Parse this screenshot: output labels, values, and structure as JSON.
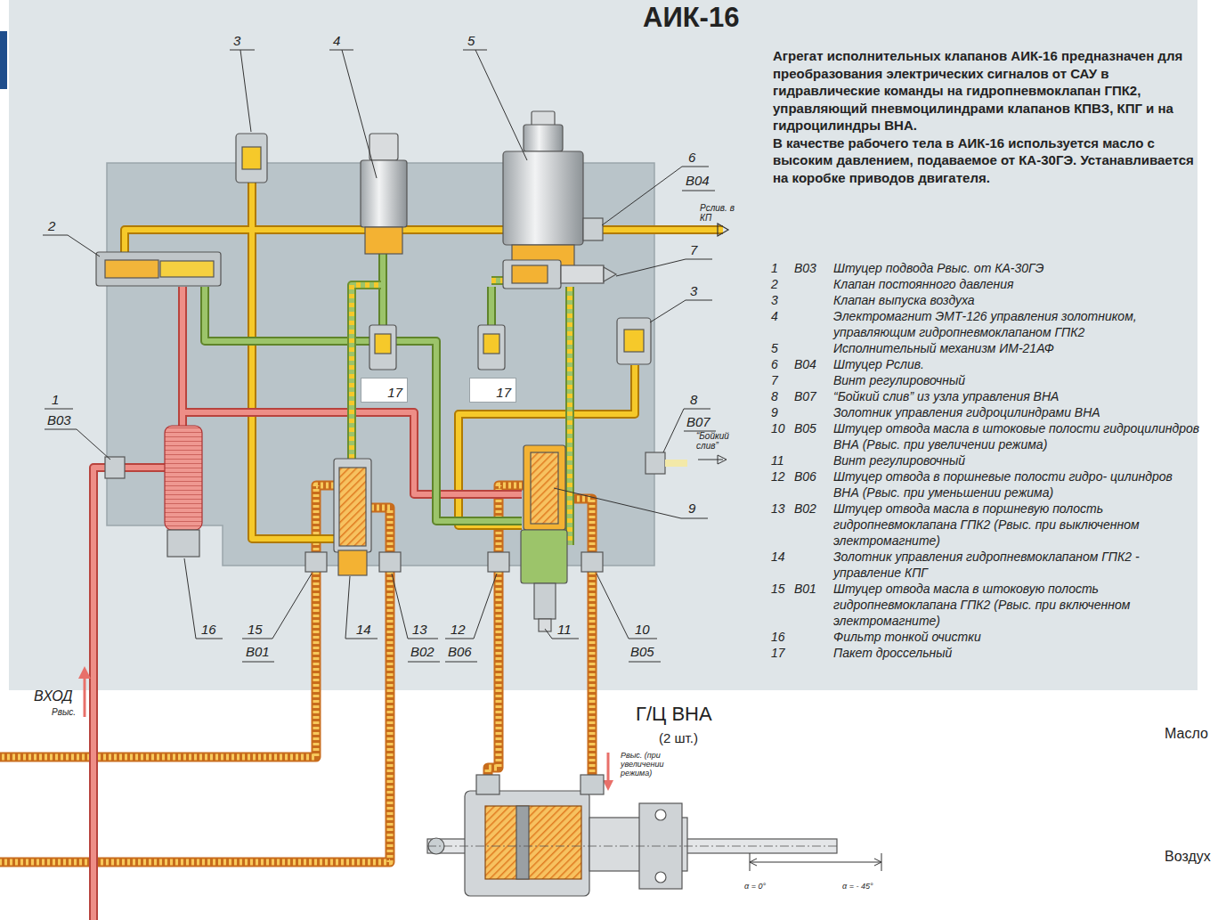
{
  "diagram": {
    "title": "АИК-16",
    "nodes": [
      {
        "text": [
          "17"
        ]
      },
      {
        "text": [
          "17"
        ]
      }
    ],
    "labels": [
      "Агрегат исполнительных клапанов АИК-16 предназначен для преобразования электрических сигналов от САУ в гидравлические команды на гидропневмоклапан ГПК2, управляющий пневмоцилиндрами клапанов КПВЗ, КПГ и на гидроцилиндры ВНА.",
      "В качестве рабочего тела в АИК-16 используется масло с высоким давлением, подаваемое от КА-30ГЭ. Устанавливается на коробке приводов двигателя.",
      "3",
      "4",
      "5",
      "6",
      "В04",
      "2",
      "7",
      "3",
      "1",
      "В03",
      "8",
      "В07",
      "9",
      "16",
      "15",
      "В01",
      "14",
      "13",
      "В02",
      "12",
      "В06",
      "11",
      "10",
      "В05",
      "Рслив. в КП",
      "“Бойкий слив”",
      "ВХОД",
      "Рвыс.",
      "Г/Ц ВНА",
      "(2 шт.)",
      "Рвыс. (при увеличении режима)",
      "α = 0°",
      "α = - 45°",
      "Масло",
      "Воздух",
      "1",
      "В03",
      "Штуцер подвода Рвыс. от КА-30ГЭ",
      "2",
      "Клапан постоянного давления",
      "3",
      "Клапан выпуска воздуха",
      "4",
      "Электромагнит ЭМТ-126 управления золотником, управляющим гидропневмоклапаном ГПК2",
      "5",
      "Исполнительный механизм ИМ-21АФ",
      "6",
      "В04",
      "Штуцер Рслив.",
      "7",
      "Винт регулировочный",
      "8",
      "В07",
      "“Бойкий слив” из узла управления ВНА",
      "9",
      "Золотник управления гидроцилиндрами ВНА",
      "10",
      "В05",
      "Штуцер отвода масла в штоковые полости гидроцилиндров ВНА (Рвыс. при увеличении режима)",
      "11",
      "Винт регулировочный",
      "12",
      "В06",
      "Штуцер отвода в поршневые полости гидро- цилиндров ВНА (Рвыс. при уменьшении режима)",
      "13",
      "В02",
      "Штуцер отвода масла в поршневую полость гидропневмоклапана ГПК2 (Рвыс. при выключенном электромагните)",
      "14",
      "Золотник управления гидропневмоклапаном ГПК2 - управление КПГ",
      "15",
      "В01",
      "Штуцер отвода масла в штоковую полость гидропневмоклапана ГПК2 (Рвыс. при включенном электромагните)",
      "16",
      "Фильтр тонкой очистки",
      "17",
      "Пакет дроссельный"
    ]
  }
}
